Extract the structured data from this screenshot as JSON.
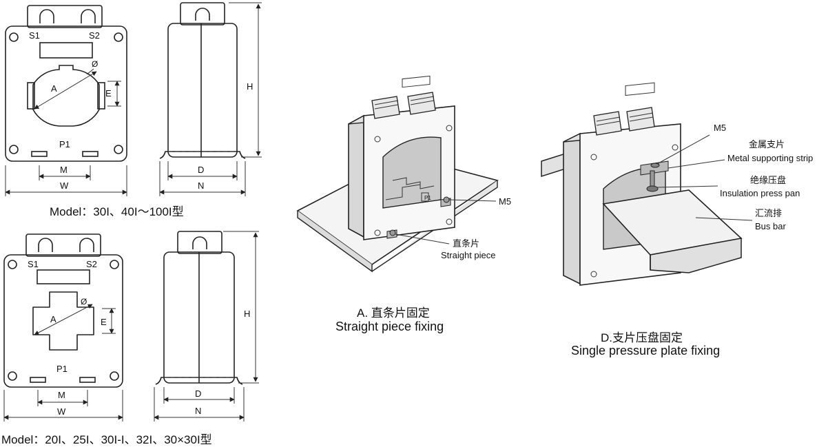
{
  "top_front": {
    "s1": "S1",
    "s2": "S2",
    "p1": "P1",
    "a": "A",
    "e": "E",
    "phi": "Ø",
    "m": "M",
    "w": "W"
  },
  "top_side": {
    "h": "H",
    "d": "D",
    "n": "N"
  },
  "top_model": "Model：30I、40I～100I型",
  "bot_front": {
    "s1": "S1",
    "s2": "S2",
    "p1": "P1",
    "a": "A",
    "e": "E",
    "phi": "Ø",
    "m": "M",
    "w": "W"
  },
  "bot_side": {
    "h": "H",
    "d": "D",
    "n": "N"
  },
  "bot_model": "Model：20I、25I、30I-I、32I、30×30I型",
  "iso_a": {
    "m5": "M5",
    "piece_cn": "直条片",
    "piece_en": "Straight piece",
    "p1": "P1",
    "caption_cn": "A. 直条片固定",
    "caption_en": "Straight piece fixing"
  },
  "iso_d": {
    "m5": "M5",
    "strip_cn": "金属支片",
    "strip_en": "Metal supporting strip",
    "press_cn": "绝缘压盘",
    "press_en": "Insulation press pan",
    "bus_cn": "汇流排",
    "bus_en": "Bus bar",
    "caption_cn": "D.支片压盘固定",
    "caption_en": "Single pressure plate fixing"
  }
}
